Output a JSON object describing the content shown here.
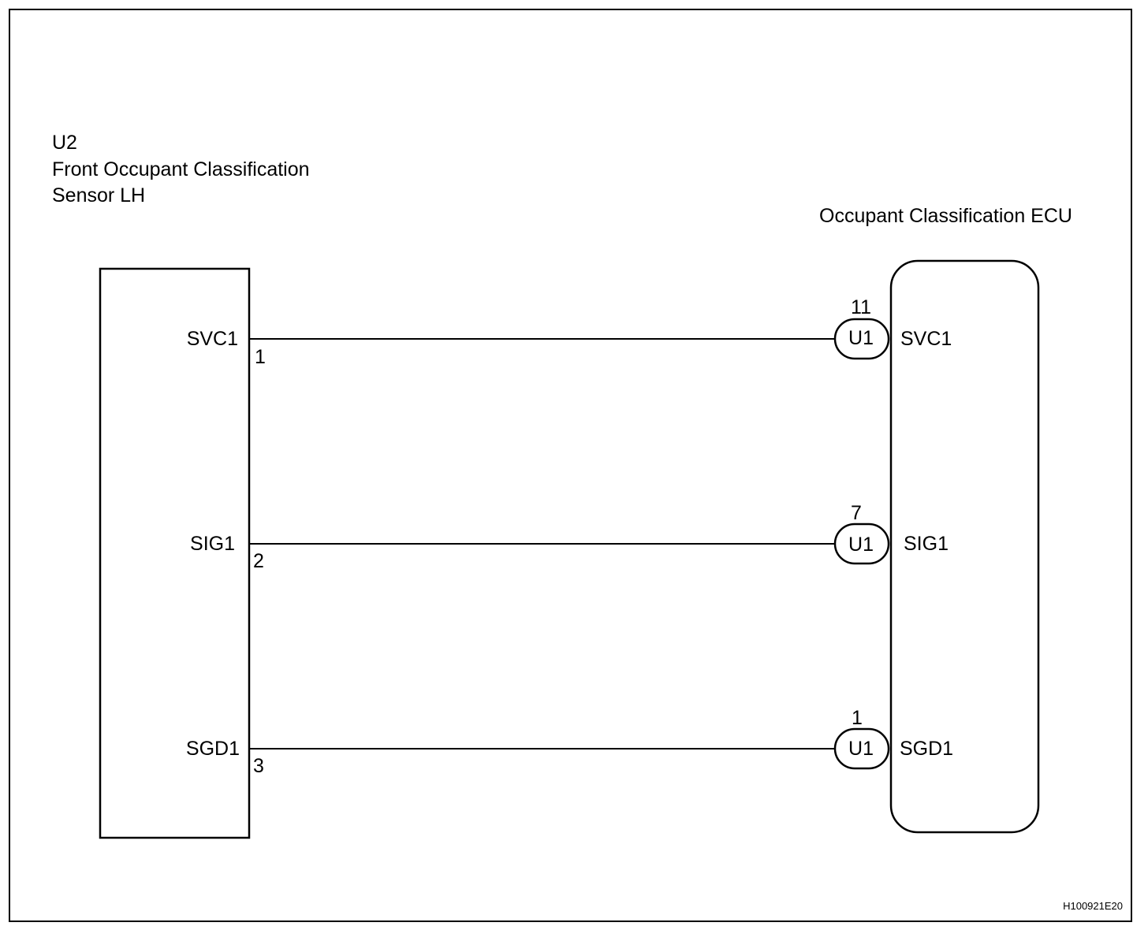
{
  "sensor": {
    "code": "U2",
    "name_line1": "Front Occupant Classification",
    "name_line2": "Sensor LH",
    "pins": [
      {
        "name": "SVC1",
        "number": "1"
      },
      {
        "name": "SIG1",
        "number": "2"
      },
      {
        "name": "SGD1",
        "number": "3"
      }
    ]
  },
  "ecu": {
    "name": "Occupant Classification ECU",
    "pins": [
      {
        "name": "SVC1",
        "number": "11",
        "connector": "U1"
      },
      {
        "name": "SIG1",
        "number": "7",
        "connector": "U1"
      },
      {
        "name": "SGD1",
        "number": "1",
        "connector": "U1"
      }
    ]
  },
  "figure_code": "H100921E20"
}
